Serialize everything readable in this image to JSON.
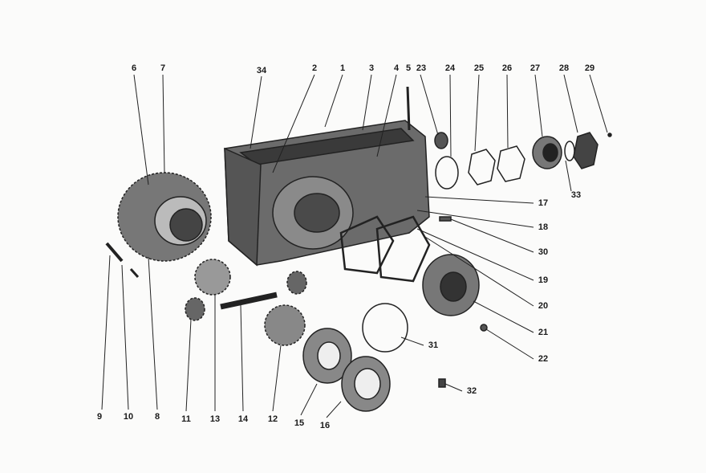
{
  "diagram": {
    "type": "exploded parts diagram",
    "labels": [
      "6",
      "7",
      "34",
      "2",
      "1",
      "3",
      "4",
      "5",
      "23",
      "24",
      "25",
      "26",
      "27",
      "28",
      "29",
      "17",
      "18",
      "30",
      "19",
      "20",
      "21",
      "22",
      "31",
      "32",
      "33",
      "9",
      "10",
      "8",
      "11",
      "13",
      "14",
      "12",
      "15",
      "16"
    ]
  }
}
